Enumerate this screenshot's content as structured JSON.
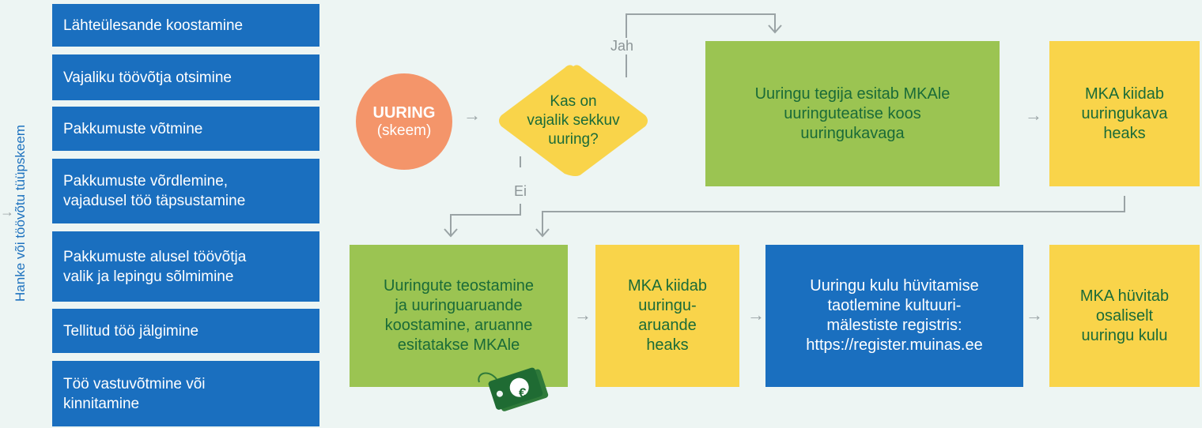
{
  "sidebar": {
    "title": "Hanke või töövõtu tüüpskeem",
    "steps": [
      "Lähteülesande koostamine",
      "Vajaliku töövõtja otsimine",
      "Pakkumuste võtmine",
      "Pakkumuste võrdlemine,\nvajadusel töö täpsustamine",
      "Pakkumuste alusel töövõtja\nvalik ja lepingu sõlmimine",
      "Tellitud töö jälgimine",
      "Töö vastuvõtmine või\nkinnitamine"
    ]
  },
  "flow": {
    "start_title": "UURING",
    "start_sub": "(skeem)",
    "decision": "Kas on\nvajalik sekkuv\nuuring?",
    "yes_label": "Jah",
    "no_label": "Ei",
    "yes_box": "Uuringu tegija esitab MKAle\nuuringuteatise koos\nuuringukavaga",
    "yes_approve": "MKA kiidab\nuuringukava\nheaks",
    "research_box": "Uuringute teostamine\nja uuringuaruande\nkoostamine, aruanne\nesitatakse MKAle",
    "report_approve": "MKA kiidab\nuuringu-\naruande\nheaks",
    "compensation_box": "Uuringu kulu hüvitamise\ntaotlemine kultuuri-\nmälestiste registris:\nhttps://register.muinas.ee",
    "compensation_result": "MKA hüvitab\nosaliselt\nuuringu kulu",
    "tag_symbol": "€"
  },
  "colors": {
    "blue": "#1a6fbf",
    "green": "#9bc452",
    "yellow": "#f9d44a",
    "orange": "#f4956a",
    "dark_green_text": "#1a6b38",
    "connector": "#9aa3a5"
  }
}
